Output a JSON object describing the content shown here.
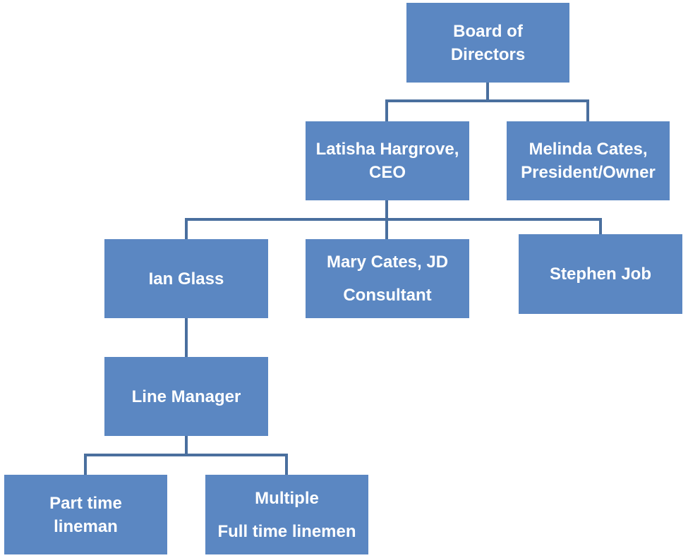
{
  "diagram": {
    "nodes": {
      "board": {
        "lines": [
          "Board of",
          "Directors"
        ]
      },
      "latisha": {
        "lines": [
          "Latisha Hargrove,",
          "CEO"
        ]
      },
      "melinda": {
        "lines": [
          "Melinda Cates,",
          "President/Owner"
        ]
      },
      "ian": {
        "lines": [
          "Ian Glass"
        ]
      },
      "mary": {
        "lines": [
          "Mary Cates, JD",
          "Consultant"
        ]
      },
      "stephen": {
        "lines": [
          "Stephen Job"
        ]
      },
      "line_manager": {
        "lines": [
          "Line Manager"
        ]
      },
      "part_time": {
        "lines": [
          "Part time",
          "lineman"
        ]
      },
      "multiple": {
        "lines": [
          "Multiple",
          "Full time linemen"
        ]
      }
    },
    "edges": [
      {
        "from": "board",
        "to": "latisha"
      },
      {
        "from": "board",
        "to": "melinda"
      },
      {
        "from": "latisha",
        "to": "ian"
      },
      {
        "from": "latisha",
        "to": "mary"
      },
      {
        "from": "latisha",
        "to": "stephen"
      },
      {
        "from": "ian",
        "to": "line_manager"
      },
      {
        "from": "line_manager",
        "to": "part_time"
      },
      {
        "from": "line_manager",
        "to": "multiple"
      }
    ],
    "colors": {
      "box_fill": "#5b87c2",
      "box_text": "#ffffff",
      "connector": "#4a6f9e"
    }
  }
}
